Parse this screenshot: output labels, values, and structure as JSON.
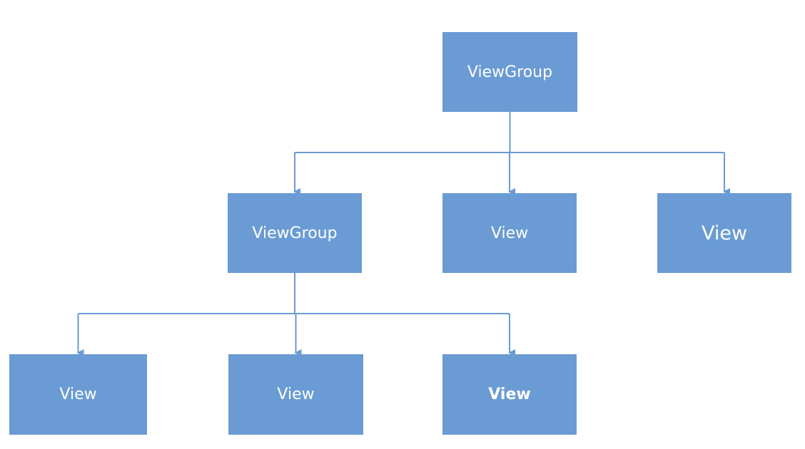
{
  "diagram": {
    "colors": {
      "box": "#6a9bd4",
      "connector": "#6a9bd4",
      "text": "#ffffff",
      "background": "#ffffff"
    },
    "nodes": {
      "root": {
        "label": "ViewGroup"
      },
      "group": {
        "label": "ViewGroup"
      },
      "view_a": {
        "label": "View"
      },
      "view_b": {
        "label": "View"
      },
      "view_c": {
        "label": "View"
      },
      "view_d": {
        "label": "View"
      },
      "view_e": {
        "label": "View"
      }
    },
    "edges": [
      {
        "from": "root",
        "to": "group"
      },
      {
        "from": "root",
        "to": "view_a"
      },
      {
        "from": "root",
        "to": "view_b"
      },
      {
        "from": "group",
        "to": "view_c"
      },
      {
        "from": "group",
        "to": "view_d"
      },
      {
        "from": "group",
        "to": "view_e"
      }
    ]
  }
}
